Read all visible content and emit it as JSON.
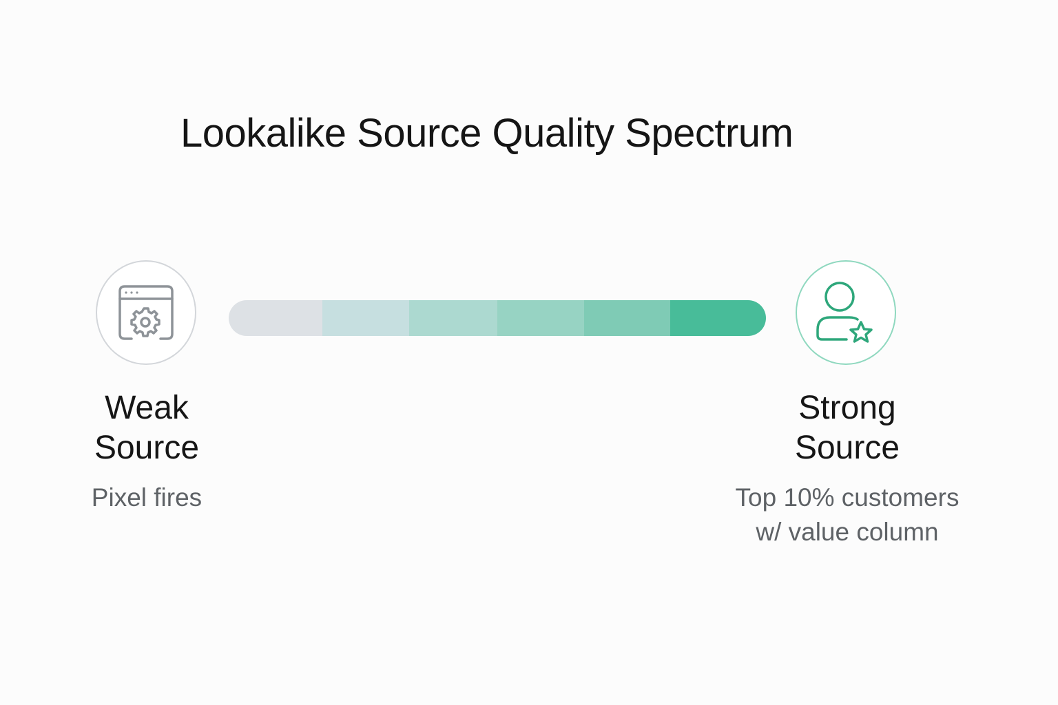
{
  "title": "Lookalike Source Quality Spectrum",
  "weak": {
    "icon": "browser-gear-icon",
    "label_line1": "Weak",
    "label_line2": "Source",
    "desc_line1": "Pixel fires"
  },
  "strong": {
    "icon": "user-star-icon",
    "label_line1": "Strong",
    "label_line2": "Source",
    "desc_line1": "Top 10% customers",
    "desc_line2": "w/ value column"
  },
  "spectrum": {
    "segments": [
      "#dde1e5",
      "#c6dfe0",
      "#acd9d0",
      "#97d3c3",
      "#7fcbb5",
      "#48bc99"
    ]
  },
  "colors": {
    "weak_border": "#d3d6da",
    "weak_icon": "#8e9398",
    "strong_border": "#8fd8bf",
    "strong_icon": "#2ea77b"
  }
}
